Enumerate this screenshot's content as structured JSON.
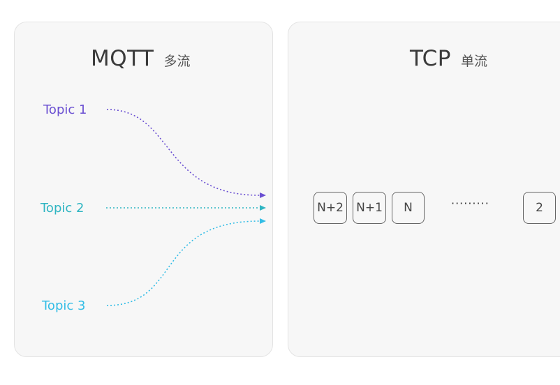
{
  "left_panel": {
    "title": "MQTT",
    "subtitle": "多流",
    "topics": [
      "Topic 1",
      "Topic 2",
      "Topic 3"
    ]
  },
  "right_panel": {
    "title": "TCP",
    "subtitle": "单流",
    "packets": [
      "N+2",
      "N+1",
      "N",
      "2"
    ],
    "ellipsis": "·········"
  },
  "colors": {
    "topic1": "#6a4fd2",
    "topic2": "#2fb5c2",
    "topic3": "#33bde6",
    "panel_bg": "#f7f7f7"
  }
}
